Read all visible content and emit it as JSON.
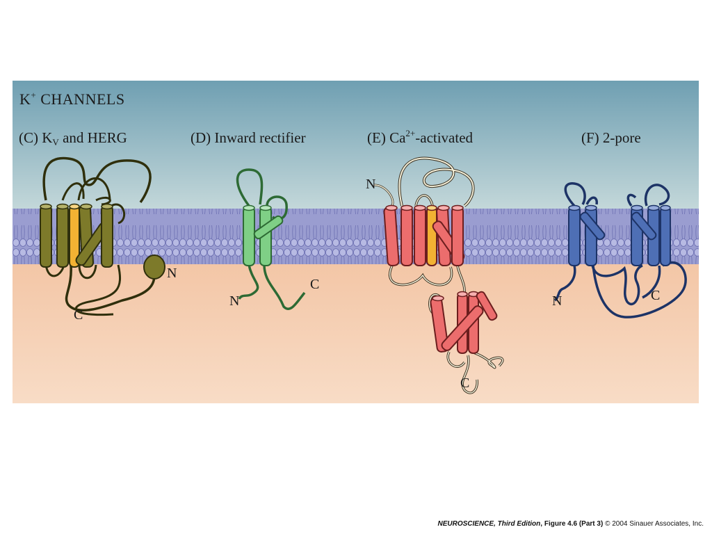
{
  "figure": {
    "heading": {
      "main": "K",
      "sup": "+",
      "rest": " CHANNELS"
    },
    "panels": {
      "c": {
        "prefix": "(C)  K",
        "sub": "V",
        "suffix": " and HERG"
      },
      "d": {
        "text": "(D)  Inward rectifier"
      },
      "e": {
        "prefix": "(E)  Ca",
        "sup": "2+",
        "suffix": "-activated"
      },
      "f": {
        "text": "(F)  2-pore"
      }
    },
    "termini": {
      "c_n": "N",
      "c_c": "C",
      "d_n": "N",
      "d_c": "C",
      "e_n": "N",
      "e_c": "C",
      "f_n": "N",
      "f_c": "C"
    },
    "colors": {
      "extracellular_top": "#6f9fb2",
      "extracellular_bottom": "#bcd3d8",
      "membrane": "#9b9fd2",
      "cytoplasm": "#f4cdb0",
      "kv_helix": "#7d7a2a",
      "pore_helix": "#f2b233",
      "inward_rectifier": "#7fcf86",
      "ca_activated": "#ec6d6d",
      "two_pore": "#4e6fb5"
    }
  },
  "footer": {
    "book": "NEUROSCIENCE",
    "edition": ", Third Edition",
    "figure": ", Figure 4.6 (Part 3)",
    "copyright": "  © 2004 Sinauer Associates, Inc."
  }
}
